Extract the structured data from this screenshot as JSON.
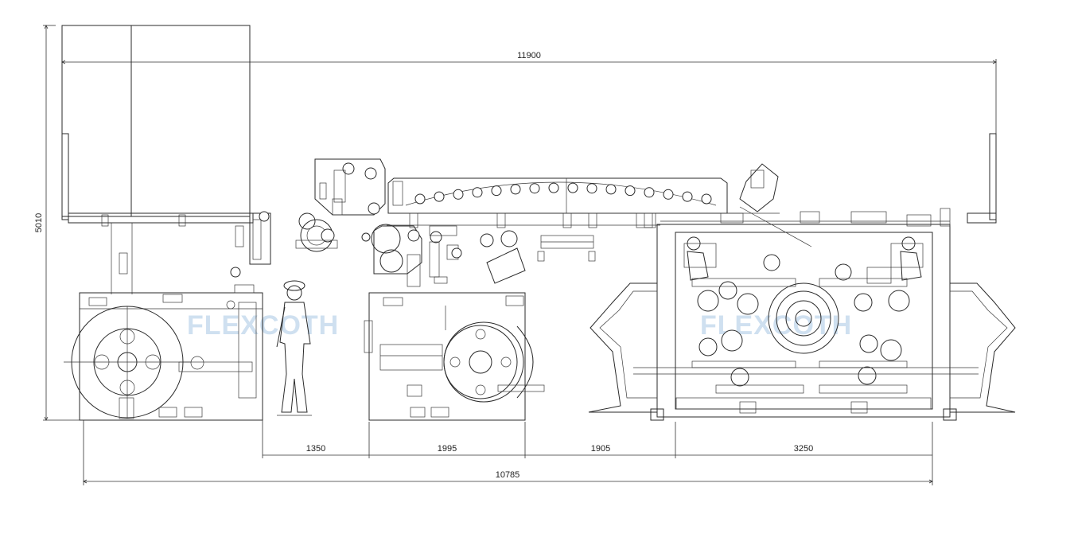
{
  "drawing": {
    "watermark_text": "FLEXCOTH",
    "dimensions": {
      "overall_width": "11900",
      "overall_height": "5010",
      "base_length": "10785",
      "seg_1": "1350",
      "seg_2": "1995",
      "seg_3": "1905",
      "seg_4": "3250"
    }
  }
}
